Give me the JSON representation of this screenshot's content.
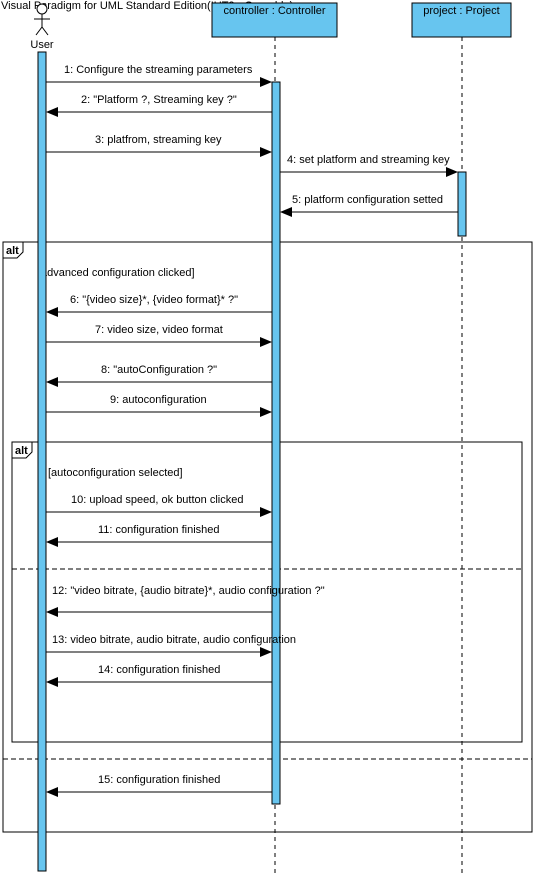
{
  "watermark": "Visual Paradigm for UML Standard Edition(IUT2 - Grenoble)",
  "participants": {
    "user": "User",
    "controller": "controller : Controller",
    "project": "project : Project"
  },
  "messages": [
    "1: Configure the streaming parameters",
    "2: \"Platform ?, Streaming key ?\"",
    "3: platfrom, streaming key",
    "4: set platform and streaming key",
    "5: platform configuration setted",
    "6: \"{video size}*, {video format}* ?\"",
    "7: video size, video format",
    "8: \"autoConfiguration ?\"",
    "9: autoconfiguration",
    "10: upload speed, ok button clicked",
    "11: configuration finished",
    "12: \"video bitrate, {audio bitrate}*, audio configuration ?\"",
    "13: video bitrate, audio bitrate, audio configuration",
    "14: configuration finished",
    "15: configuration finished"
  ],
  "fragments": {
    "outer": {
      "operator": "alt",
      "guard": "[advanced configuration clicked]"
    },
    "inner": {
      "operator": "alt",
      "guard": "[autoconfiguration selected]"
    }
  },
  "colors": {
    "lifeline_fill": "#67c5ef",
    "line": "#000000"
  }
}
